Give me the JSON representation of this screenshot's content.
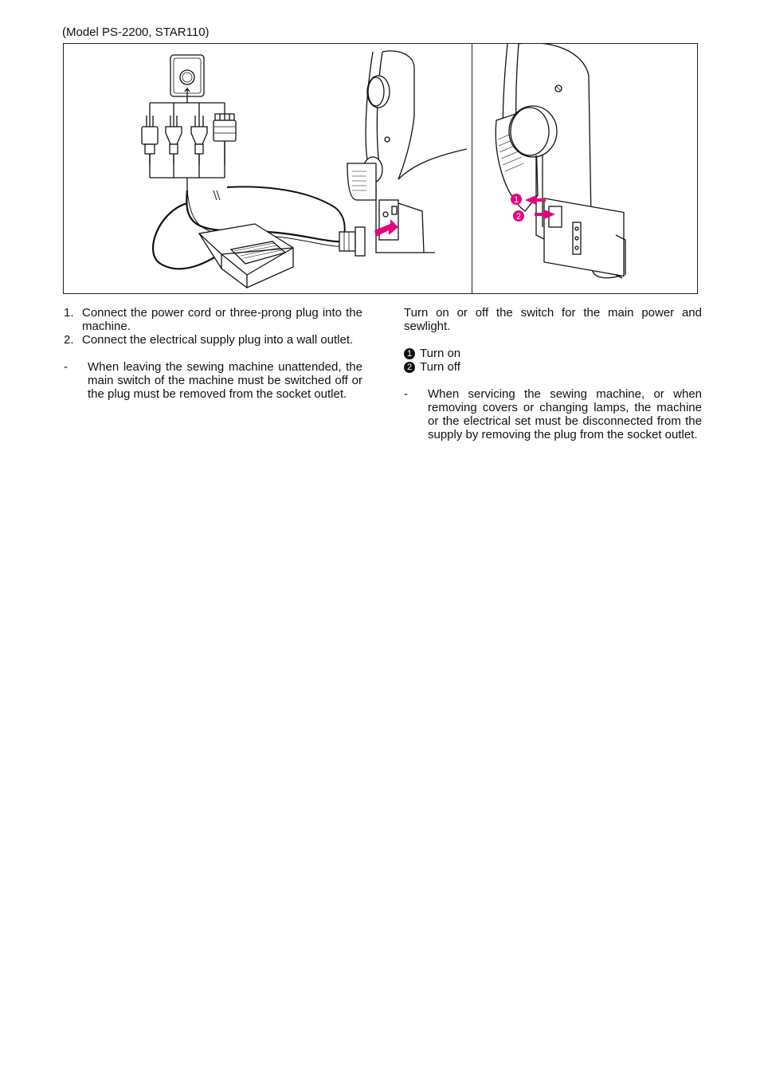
{
  "header": {
    "model_label": "(Model PS-2200, STAR110)"
  },
  "figure": {
    "callout_1": "1",
    "callout_2": "2",
    "accent_color": "#e6007e"
  },
  "left_column": {
    "steps": [
      {
        "number": "1.",
        "text": "Connect the power cord or three-prong plug into the machine."
      },
      {
        "number": "2.",
        "text": "Connect the electrical supply plug into a wall outlet."
      }
    ],
    "note": {
      "dash": "-",
      "text": "When leaving the sewing machine unattended, the main switch of the machine must be switched off or the plug must be removed from the socket outlet."
    }
  },
  "right_column": {
    "intro": "Turn on or off the switch for the main power and sewlight.",
    "switch_items": [
      {
        "marker": "1",
        "text": "Turn on"
      },
      {
        "marker": "2",
        "text": "Turn off"
      }
    ],
    "note": {
      "dash": "-",
      "text": "When servicing the sewing machine, or when removing covers or changing lamps, the machine or the electrical set must be disconnected from the supply by removing the plug from the socket outlet."
    }
  }
}
